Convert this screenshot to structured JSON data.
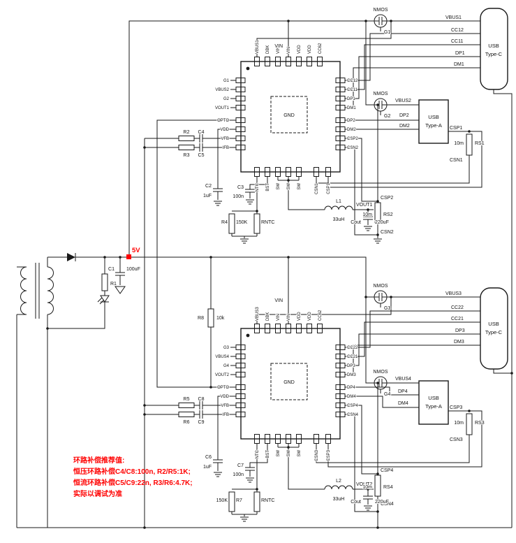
{
  "colors": {
    "accent": "#ff0000",
    "wire": "#1a1a1a"
  },
  "power": {
    "rail": "5V"
  },
  "transistor": {
    "type": "NMOS",
    "gates": [
      "G1",
      "G2",
      "G3",
      "G4"
    ]
  },
  "connectors": {
    "usb": "USB",
    "type_c": "Type-C",
    "type_a": "Type-A"
  },
  "ic1": {
    "pad": "GND",
    "left": [
      "G1",
      "VBUS2",
      "G2",
      "VOUT1",
      "OPTO",
      "VDD",
      "VFB",
      "IFB"
    ],
    "top": [
      "VBUS1",
      "DBK",
      "VIN",
      "VIN",
      "VDD",
      "VDD",
      "CC62"
    ],
    "right": [
      "CC12",
      "CC11",
      "DP1",
      "DM1",
      "DP2",
      "DM2",
      "CSP2",
      "CSN2"
    ],
    "bottom": [
      "NTC",
      "BST",
      "SW",
      "SW",
      "SW",
      "CSN1",
      "CSP1"
    ]
  },
  "ic2": {
    "pad": "GND",
    "left": [
      "G3",
      "VBUS4",
      "G4",
      "VOUT2",
      "OPTO",
      "VDD",
      "VFB",
      "IFB"
    ],
    "top": [
      "VBUS3",
      "DBK",
      "VIN",
      "VIN",
      "VDD",
      "VDD",
      "CC62"
    ],
    "right": [
      "CC22",
      "CC21",
      "DP3",
      "DM3",
      "DP4",
      "DM4",
      "CSP4",
      "CSN4"
    ],
    "bottom": [
      "NTC",
      "BST",
      "SW",
      "SW",
      "SW",
      "CSN3",
      "CSP3"
    ]
  },
  "nets": {
    "vin": "VIN",
    "vbus1": "VBUS1",
    "vbus2": "VBUS2",
    "vbus3": "VBUS3",
    "vbus4": "VBUS4",
    "vout1": "VOUT1",
    "vout2": "VOUT2",
    "cc12": "CC12",
    "cc11": "CC11",
    "dp1": "DP1",
    "dm1": "DM1",
    "dp2": "DP2",
    "dm2": "DM2",
    "cc22": "CC22",
    "cc21": "CC21",
    "dp3": "DP3",
    "dm3": "DM3",
    "dp4": "DP4",
    "dm4": "DM4",
    "csp1": "CSP1",
    "csn1": "CSN1",
    "csp2": "CSP2",
    "csn2": "CSN2",
    "csp3": "CSP3",
    "csn3": "CSN3",
    "csp4": "CSP4",
    "csn4": "CSN4"
  },
  "parts": {
    "r1": "R1",
    "c1": "C1",
    "c1v": "100uF",
    "r8": "R8",
    "r8v": "10k",
    "r2": "R2",
    "c4": "C4",
    "r3": "R3",
    "c5": "C5",
    "r5": "R5",
    "c8": "C8",
    "r6": "R6",
    "c9": "C9",
    "c2": "C2",
    "c2v": "1uF",
    "c3": "C3",
    "c3v": "100n",
    "r4": "R4",
    "r4v": "150K",
    "rntc": "RNTC",
    "c6": "C6",
    "c6v": "1uF",
    "c7": "C7",
    "c7v": "100n",
    "r7": "R7",
    "r7v": "150K",
    "l1": "L1",
    "lv": "33uH",
    "l2": "L2",
    "cout": "Cout",
    "coutv": "220uF",
    "rs1": "RS1",
    "rs2": "RS2",
    "rs3": "RS3",
    "rs4": "RS4",
    "rsv": "10m"
  },
  "note": {
    "color": "#ff0000",
    "lines": [
      "环路补偿推荐值:",
      "恒压环路补偿C4/C8:100n, R2/R5:1K;",
      "恒流环路补偿C5/C9:22n, R3/R6:4.7K;",
      "实际以调试为准"
    ]
  }
}
